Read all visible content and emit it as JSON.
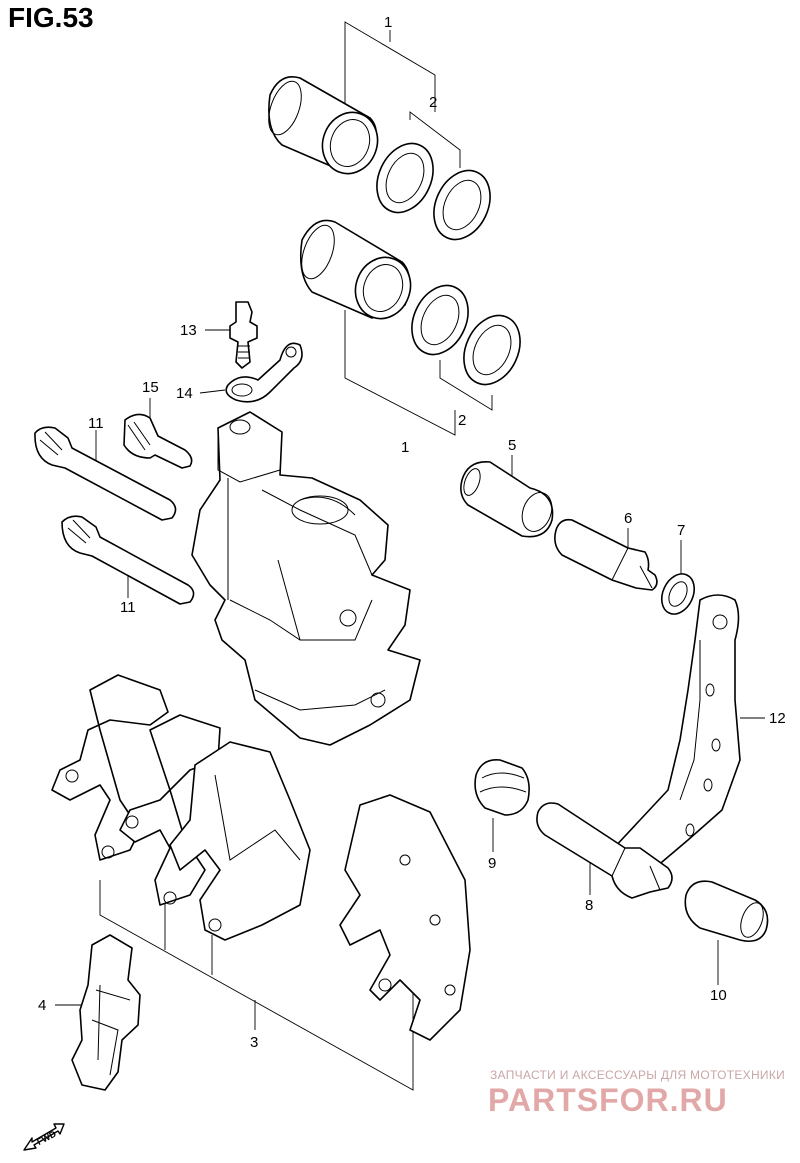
{
  "figure": {
    "title": "FIG.53"
  },
  "callouts": [
    {
      "id": "c1a",
      "label": "1"
    },
    {
      "id": "c2a",
      "label": "2"
    },
    {
      "id": "c1b",
      "label": "1"
    },
    {
      "id": "c2b",
      "label": "2"
    },
    {
      "id": "c13",
      "label": "13"
    },
    {
      "id": "c14",
      "label": "14"
    },
    {
      "id": "c15",
      "label": "15"
    },
    {
      "id": "c11a",
      "label": "11"
    },
    {
      "id": "c11b",
      "label": "11"
    },
    {
      "id": "c5",
      "label": "5"
    },
    {
      "id": "c6",
      "label": "6"
    },
    {
      "id": "c7",
      "label": "7"
    },
    {
      "id": "c12",
      "label": "12"
    },
    {
      "id": "c9",
      "label": "9"
    },
    {
      "id": "c8",
      "label": "8"
    },
    {
      "id": "c10",
      "label": "10"
    },
    {
      "id": "c4",
      "label": "4"
    },
    {
      "id": "c3",
      "label": "3"
    }
  ],
  "fwd_label": "FWD",
  "watermark": {
    "tagline": "ЗАПЧАСТИ И АКСЕССУАРЫ ДЛЯ МОТОТЕХНИКИ",
    "brand": "PARTSFOR.RU"
  }
}
